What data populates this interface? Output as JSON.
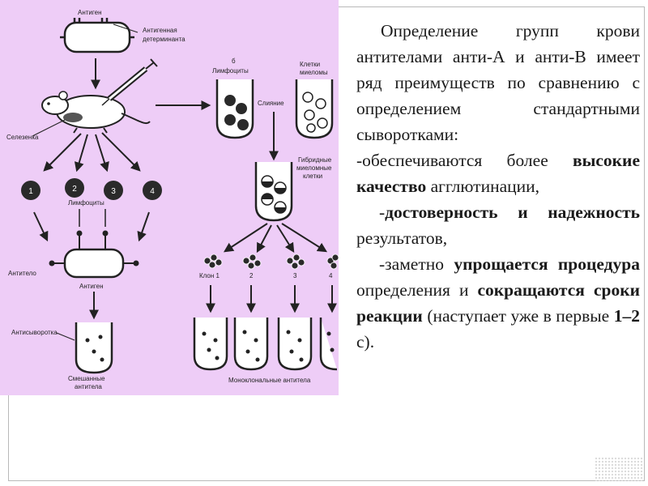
{
  "diagram": {
    "label_antigen_top": "Антиген",
    "label_determinant_1": "Антигенная",
    "label_determinant_2": "детерминанта",
    "label_spleen": "Селезенка",
    "label_b": "б",
    "label_lymphocytes_top": "Лимфоциты",
    "label_myeloma_1": "Клетки",
    "label_myeloma_2": "миеломы",
    "label_fusion": "Слияние",
    "label_hybrid_1": "Гибридные",
    "label_hybrid_2": "миеломные",
    "label_hybrid_3": "клетки",
    "label_lymphocytes_mid": "Лимфоциты",
    "label_antibody": "Антитело",
    "label_antigen_mid": "Антиген",
    "label_antisera": "Антисыворотка",
    "label_mixed_1": "Смешанные",
    "label_mixed_2": "антитела",
    "label_monoclonal": "Моноклональные антитела",
    "cell_numbers": [
      "1",
      "2",
      "3",
      "4"
    ],
    "clone_labels": [
      "Клон 1",
      "2",
      "3",
      "4"
    ]
  },
  "text": {
    "p1": "Определение групп крови антителами анти-А и анти-В имеет ряд преимуществ по сравнению с определением стандартными сыворотками:",
    "p2_a": "-обеспечиваются более ",
    "p2_bold": "высокие качество",
    "p2_b": " агглютинации,",
    "p3_a": "-",
    "p3_bold": "достоверность и надежность",
    "p3_b": " результатов,",
    "p4_a": "-заметно ",
    "p4_bold1": "упрощается процедура",
    "p4_b": " определения и ",
    "p4_bold2": "сокращаются сроки реакции",
    "p4_c": " (наступает уже в первые ",
    "p4_bold3": "1–2",
    "p4_d": " с)."
  }
}
